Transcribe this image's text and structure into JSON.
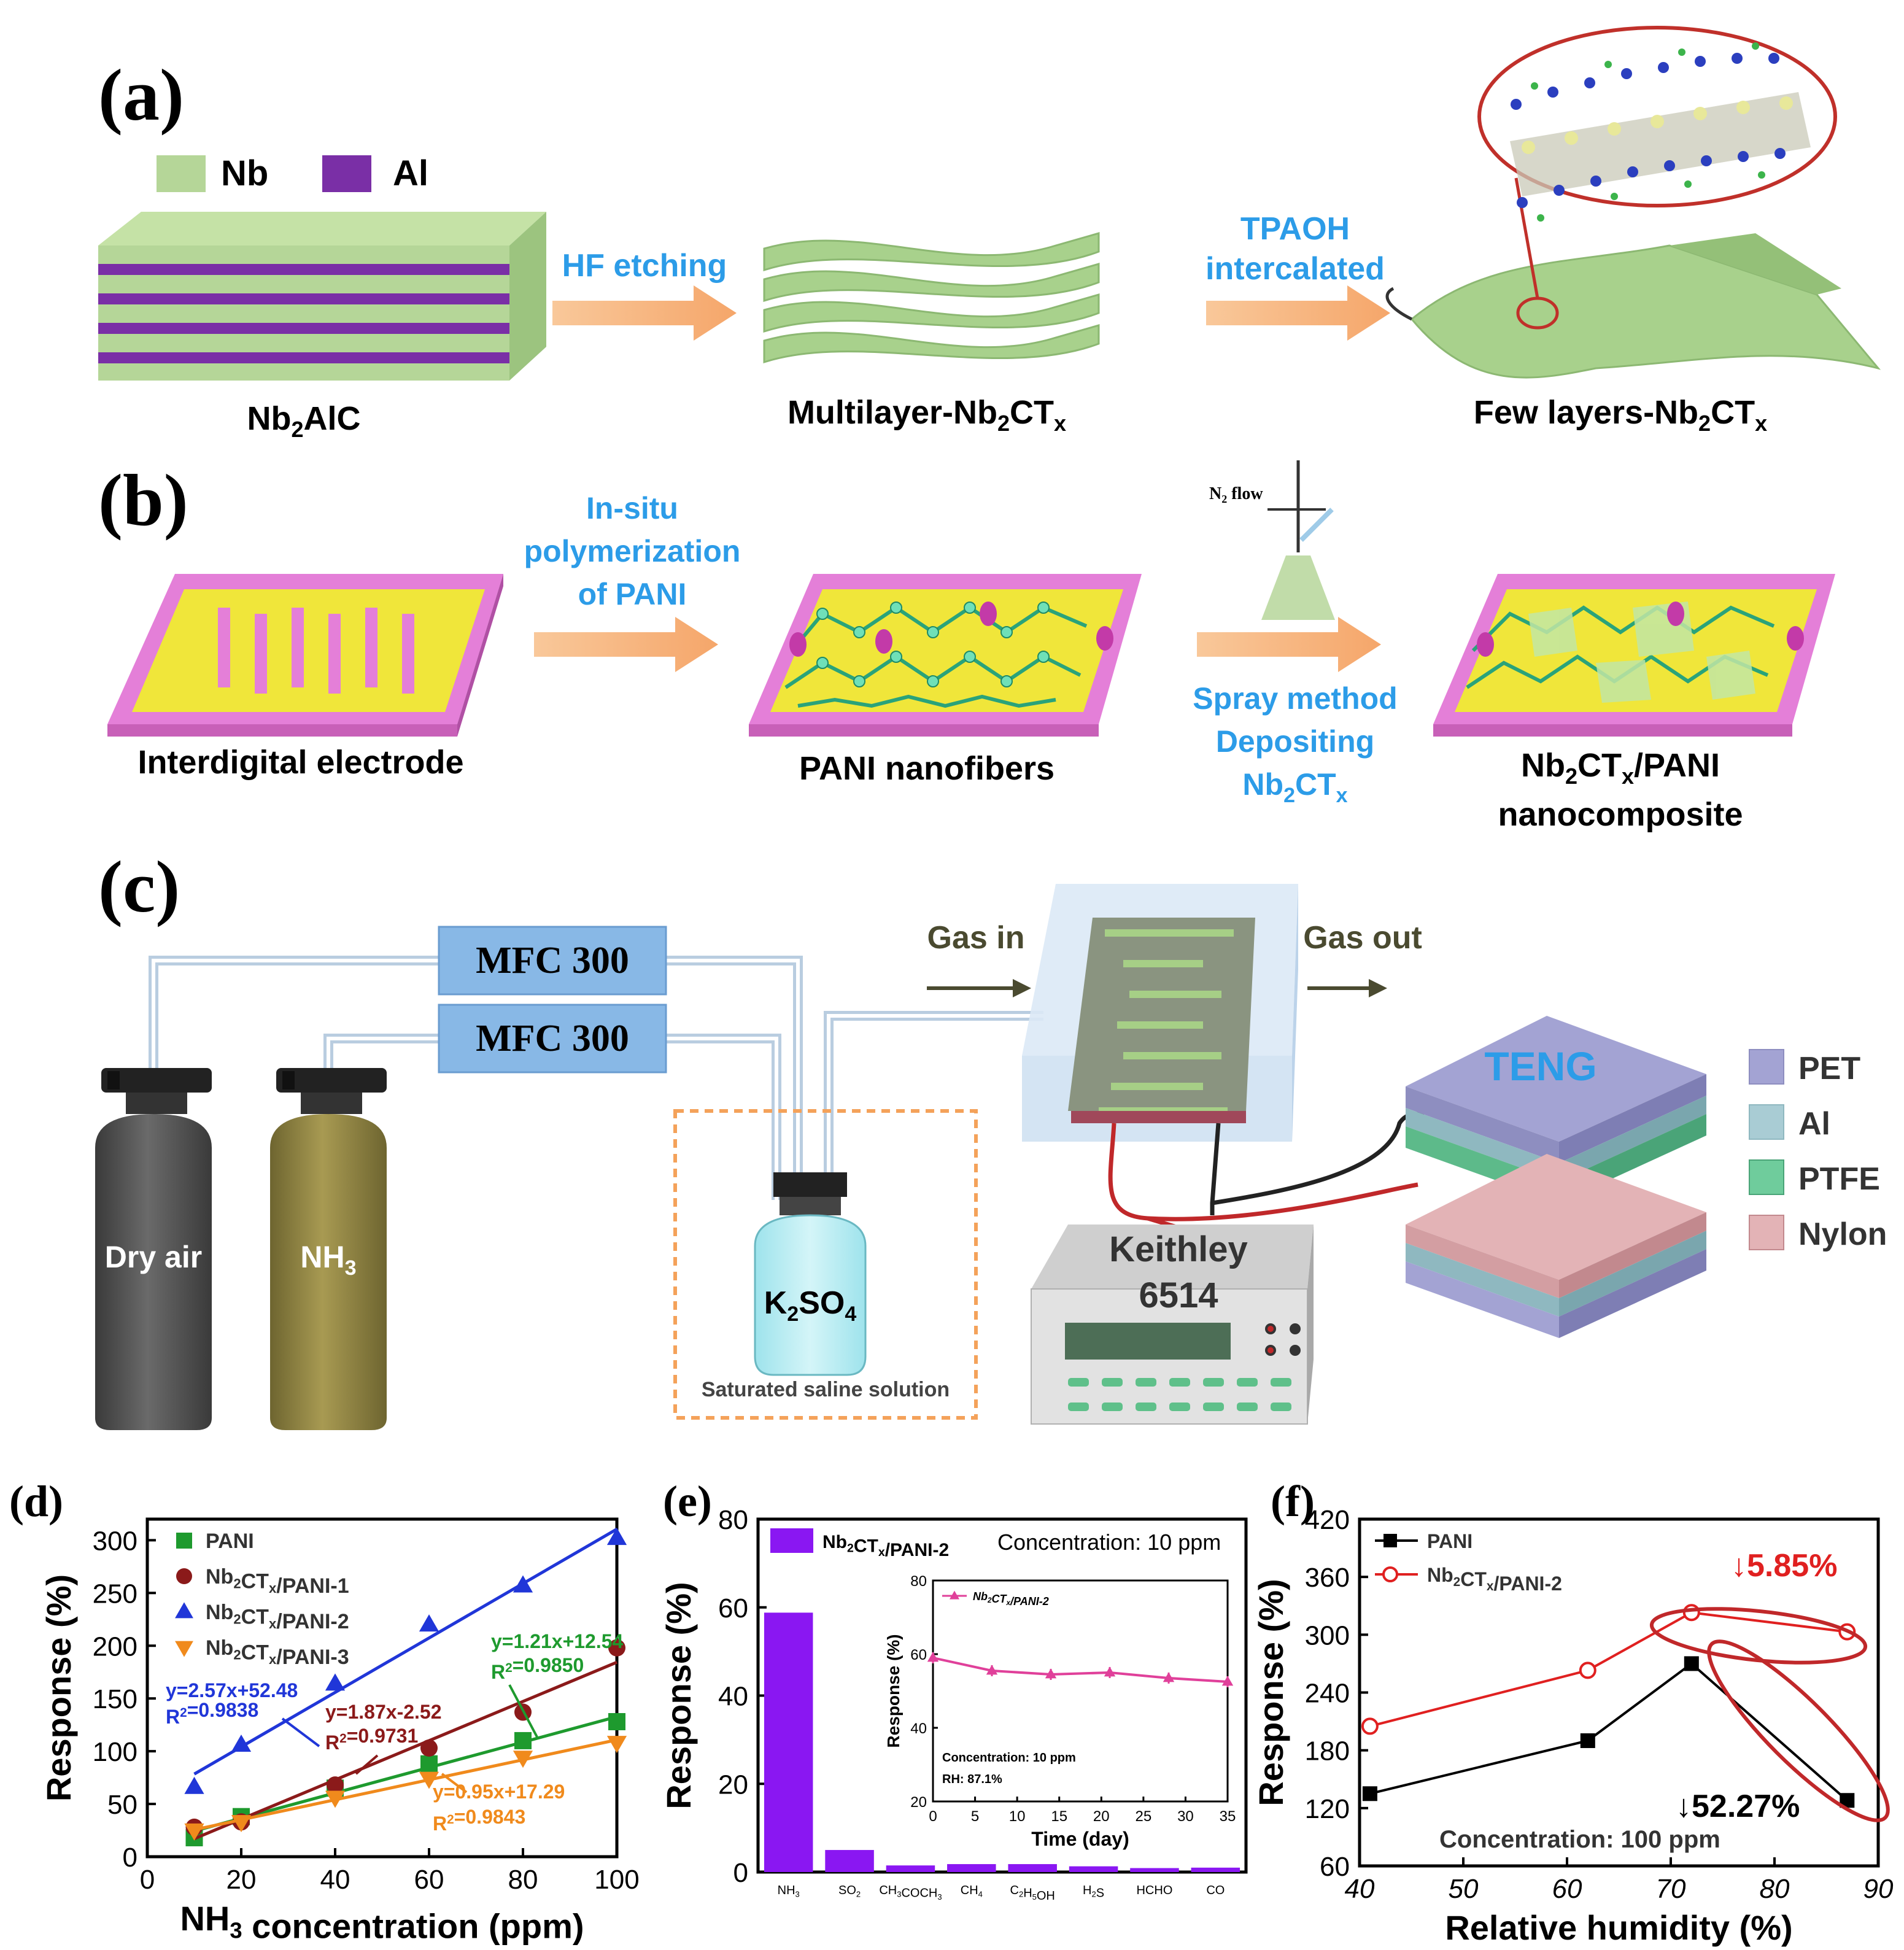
{
  "panels": {
    "a": {
      "label": "(a)",
      "legend": [
        {
          "name": "Nb",
          "color": "#b5d698"
        },
        {
          "name": "Al",
          "color": "#7a2fa6"
        }
      ],
      "step1": "HF etching",
      "step2a": "TPAOH",
      "step2b": "intercalated",
      "cap1": "Nb2AlC",
      "cap2": "Multilayer-Nb2CTx",
      "cap3": "Few layers-Nb2CTx"
    },
    "b": {
      "label": "(b)",
      "step1a": "In-situ",
      "step1b": "polymerization",
      "step1c": "of PANI",
      "n2flow": "N2 flow",
      "step2a": "Spray method",
      "step2b": "Depositing",
      "step2c": "Nb2CTx",
      "cap1": "Interdigital electrode",
      "cap2": "PANI nanofibers",
      "cap3a": "Nb2CTx/PANI",
      "cap3b": "nanocomposite"
    },
    "c": {
      "label": "(c)",
      "mfc1": "MFC 300",
      "mfc2": "MFC 300",
      "gas_in": "Gas in",
      "gas_out": "Gas out",
      "cyl1": "Dry air",
      "cyl2": "NH3",
      "bottle": "K2SO4",
      "saline": "Saturated saline solution",
      "keithley1": "Keithley",
      "keithley2": "6514",
      "teng": "TENG",
      "layers": [
        {
          "name": "PET",
          "color": "#a3a3d3"
        },
        {
          "name": "Al",
          "color": "#a9ccd4"
        },
        {
          "name": "PTFE",
          "color": "#6fcc9c"
        },
        {
          "name": "Nylon",
          "color": "#e3b3b6"
        }
      ]
    }
  },
  "chart_data": [
    {
      "panel": "(d)",
      "type": "scatter",
      "xlabel": "NH3 concentration (ppm)",
      "ylabel": "Response (%)",
      "xlim": [
        0,
        100
      ],
      "ylim": [
        0,
        320
      ],
      "xticks": [
        0,
        20,
        40,
        60,
        80,
        100
      ],
      "yticks": [
        0,
        50,
        100,
        150,
        200,
        250,
        300
      ],
      "x": [
        10,
        20,
        40,
        60,
        80,
        100
      ],
      "series": [
        {
          "name": "PANI",
          "color": "#1e9a2e",
          "marker": "square",
          "values": [
            18,
            38,
            65,
            88,
            110,
            128
          ]
        },
        {
          "name": "Nb2CTx/PANI-1",
          "color": "#8b1a1a",
          "marker": "circle",
          "values": [
            28,
            33,
            68,
            103,
            137,
            198
          ]
        },
        {
          "name": "Nb2CTx/PANI-2",
          "color": "#2036d8",
          "marker": "triangle-up",
          "values": [
            66,
            106,
            164,
            220,
            257,
            302
          ]
        },
        {
          "name": "Nb2CTx/PANI-3",
          "color": "#f08a1c",
          "marker": "triangle-down",
          "values": [
            25,
            33,
            56,
            74,
            94,
            108
          ]
        }
      ],
      "annotations": [
        {
          "text": "y=2.57x+52.48",
          "r2": "R2=0.9838",
          "color": "#2036d8"
        },
        {
          "text": "y=1.87x-2.52",
          "r2": "R2=0.9731",
          "color": "#8b1a1a"
        },
        {
          "text": "y=1.21x+12.54",
          "r2": "R2=0.9850",
          "color": "#1e9a2e"
        },
        {
          "text": "y=0.95x+17.29",
          "r2": "R2=0.9843",
          "color": "#f08a1c"
        }
      ]
    },
    {
      "panel": "(e)",
      "type": "bar",
      "ylabel": "Response (%)",
      "ylim": [
        0,
        80
      ],
      "yticks": [
        0,
        20,
        40,
        60,
        80
      ],
      "legend": "Nb2CTx/PANI-2",
      "note": "Concentration: 10 ppm",
      "color": "#8a17f2",
      "categories": [
        "NH3",
        "SO2",
        "CH3COCH3",
        "CH4",
        "C2H5OH",
        "H2S",
        "HCHO",
        "CO"
      ],
      "values": [
        58.8,
        5,
        1.5,
        1.8,
        1.8,
        1.3,
        0.9,
        1.0
      ],
      "inset": {
        "type": "line",
        "xlabel": "Time (day)",
        "ylabel": "Response (%)",
        "legend": "Nb2CTx/PANI-2",
        "note1": "Concentration: 10 ppm",
        "note2": "RH: 87.1%",
        "color": "#e0409a",
        "xlim": [
          0,
          35
        ],
        "ylim": [
          20,
          80
        ],
        "xticks": [
          0,
          5,
          10,
          15,
          20,
          25,
          30,
          35
        ],
        "yticks": [
          20,
          40,
          60,
          80
        ],
        "x": [
          0,
          7,
          14,
          21,
          28,
          35
        ],
        "values": [
          59,
          55.5,
          54.5,
          55,
          53.5,
          52.5
        ]
      }
    },
    {
      "panel": "(f)",
      "type": "line",
      "xlabel": "Relative humidity (%)",
      "ylabel": "Response (%)",
      "xlim": [
        40,
        90
      ],
      "ylim": [
        60,
        420
      ],
      "xticks": [
        40,
        50,
        60,
        70,
        80,
        90
      ],
      "yticks": [
        60,
        120,
        180,
        240,
        300,
        360,
        420
      ],
      "x": [
        41,
        62,
        72,
        87
      ],
      "series": [
        {
          "name": "PANI",
          "color": "#000000",
          "marker": "square",
          "values": [
            135,
            190,
            270,
            128
          ]
        },
        {
          "name": "Nb2CTx/PANI-2",
          "color": "#e02020",
          "marker": "circle",
          "values": [
            205,
            263,
            323,
            303
          ]
        }
      ],
      "drop_red": "5.85%",
      "drop_black": "52.27%",
      "note": "Concentration: 100 ppm"
    }
  ]
}
